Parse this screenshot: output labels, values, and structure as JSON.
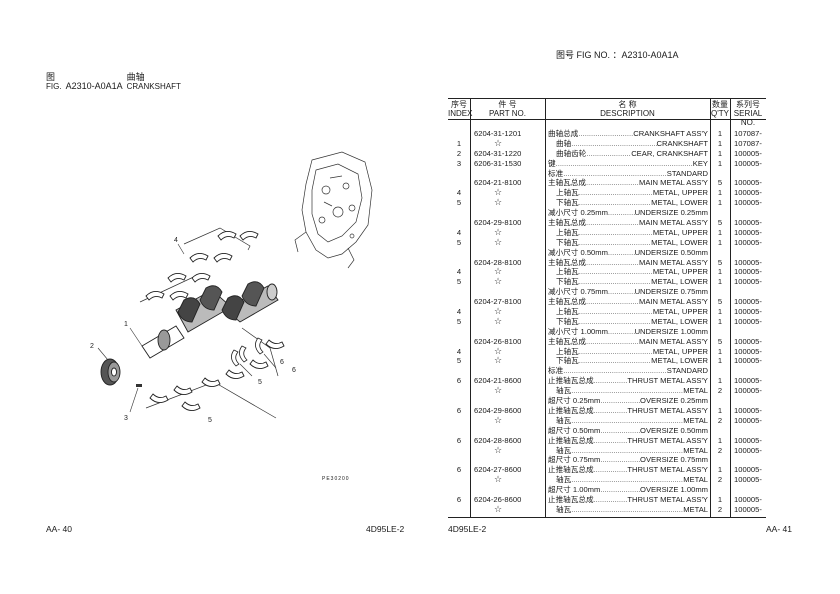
{
  "left_page": {
    "fig_zh": "图",
    "fig_en": "FIG.",
    "fig_no": "A2310-A0A1A",
    "title_zh": "曲轴",
    "title_en": "CRANKSHAFT",
    "callouts": [
      "1",
      "2",
      "3",
      "4",
      "5",
      "5",
      "6",
      "6"
    ],
    "drawing_code": "PE30200",
    "page_no": "AA- 40",
    "model": "4D95LE-2"
  },
  "right_page": {
    "fig_label": "图号  FIG NO.  ：A2310-A0A1A",
    "page_no": "AA- 41",
    "model": "4D95LE-2"
  },
  "table": {
    "headers": {
      "index_zh": "序号",
      "index_en": "INDEX",
      "part_zh": "件  号",
      "part_en": "PART NO.",
      "desc_zh": "名  称",
      "desc_en": "DESCRIPTION",
      "qty_zh": "数量",
      "qty_en": "Q'TY",
      "serial_zh": "系列号",
      "serial_en": "SERIAL NO."
    },
    "rows": [
      {
        "idx": "",
        "pn": "6204-31-1201",
        "zh": "曲轴总成",
        "en": "CRANKSHAFT ASS'Y",
        "qty": "1",
        "ser": "107087-",
        "ind": false
      },
      {
        "idx": "1",
        "pn": "☆",
        "zh": "曲轴",
        "en": "CRANKSHAFT",
        "qty": "1",
        "ser": "107087-",
        "ind": true
      },
      {
        "idx": "2",
        "pn": "6204-31-1220",
        "zh": "曲轴齿轮",
        "en": "CEAR, CRANKSHAFT",
        "qty": "1",
        "ser": "100005-",
        "ind": true
      },
      {
        "idx": "3",
        "pn": "6206-31-1530",
        "zh": "键",
        "en": "KEY",
        "qty": "1",
        "ser": "100005-",
        "ind": false
      },
      {
        "idx": "",
        "pn": "",
        "zh": "标准",
        "en": "STANDARD",
        "qty": "",
        "ser": "",
        "ind": false
      },
      {
        "idx": "",
        "pn": "6204-21-8100",
        "zh": "主轴瓦总成",
        "en": "MAIN METAL ASS'Y",
        "qty": "5",
        "ser": "100005-",
        "ind": false
      },
      {
        "idx": "4",
        "pn": "☆",
        "zh": "上轴瓦",
        "en": "METAL, UPPER",
        "qty": "1",
        "ser": "100005-",
        "ind": true
      },
      {
        "idx": "5",
        "pn": "☆",
        "zh": "下轴瓦",
        "en": "METAL, LOWER",
        "qty": "1",
        "ser": "100005-",
        "ind": true
      },
      {
        "idx": "",
        "pn": "",
        "zh": "减小尺寸 0.25mm",
        "en": "UNDERSIZE 0.25mm",
        "qty": "",
        "ser": "",
        "ind": false
      },
      {
        "idx": "",
        "pn": "6204-29-8100",
        "zh": "主轴瓦总成",
        "en": "MAIN METAL ASS'Y",
        "qty": "5",
        "ser": "100005-",
        "ind": false
      },
      {
        "idx": "4",
        "pn": "☆",
        "zh": "上轴瓦",
        "en": "METAL, UPPER",
        "qty": "1",
        "ser": "100005-",
        "ind": true
      },
      {
        "idx": "5",
        "pn": "☆",
        "zh": "下轴瓦",
        "en": "METAL, LOWER",
        "qty": "1",
        "ser": "100005-",
        "ind": true
      },
      {
        "idx": "",
        "pn": "",
        "zh": "减小尺寸 0.50mm",
        "en": "UNDERSIZE 0.50mm",
        "qty": "",
        "ser": "",
        "ind": false
      },
      {
        "idx": "",
        "pn": "6204-28-8100",
        "zh": "主轴瓦总成",
        "en": "MAIN METAL ASS'Y",
        "qty": "5",
        "ser": "100005-",
        "ind": false
      },
      {
        "idx": "4",
        "pn": "☆",
        "zh": "上轴瓦",
        "en": "METAL, UPPER",
        "qty": "1",
        "ser": "100005-",
        "ind": true
      },
      {
        "idx": "5",
        "pn": "☆",
        "zh": "下轴瓦",
        "en": "METAL, LOWER",
        "qty": "1",
        "ser": "100005-",
        "ind": true
      },
      {
        "idx": "",
        "pn": "",
        "zh": "减小尺寸 0.75mm",
        "en": "UNDERSIZE 0.75mm",
        "qty": "",
        "ser": "",
        "ind": false
      },
      {
        "idx": "",
        "pn": "6204-27-8100",
        "zh": "主轴瓦总成",
        "en": "MAIN METAL ASS'Y",
        "qty": "5",
        "ser": "100005-",
        "ind": false
      },
      {
        "idx": "4",
        "pn": "☆",
        "zh": "上轴瓦",
        "en": "METAL, UPPER",
        "qty": "1",
        "ser": "100005-",
        "ind": true
      },
      {
        "idx": "5",
        "pn": "☆",
        "zh": "下轴瓦",
        "en": "METAL, LOWER",
        "qty": "1",
        "ser": "100005-",
        "ind": true
      },
      {
        "idx": "",
        "pn": "",
        "zh": "减小尺寸 1.00mm",
        "en": "UNDERSIZE 1.00mm",
        "qty": "",
        "ser": "",
        "ind": false
      },
      {
        "idx": "",
        "pn": "6204-26-8100",
        "zh": "主轴瓦总成",
        "en": "MAIN METAL ASS'Y",
        "qty": "5",
        "ser": "100005-",
        "ind": false
      },
      {
        "idx": "4",
        "pn": "☆",
        "zh": "上轴瓦",
        "en": "METAL, UPPER",
        "qty": "1",
        "ser": "100005-",
        "ind": true
      },
      {
        "idx": "5",
        "pn": "☆",
        "zh": "下轴瓦",
        "en": "METAL, LOWER",
        "qty": "1",
        "ser": "100005-",
        "ind": true
      },
      {
        "idx": "",
        "pn": "",
        "zh": "标准",
        "en": "STANDARD",
        "qty": "",
        "ser": "",
        "ind": false
      },
      {
        "idx": "6",
        "pn": "6204-21-8600",
        "zh": "止推轴瓦总成",
        "en": "THRUST METAL ASS'Y",
        "qty": "1",
        "ser": "100005-",
        "ind": false
      },
      {
        "idx": "",
        "pn": "☆",
        "zh": "轴瓦",
        "en": "METAL",
        "qty": "2",
        "ser": "100005-",
        "ind": true
      },
      {
        "idx": "",
        "pn": "",
        "zh": "超尺寸 0.25mm",
        "en": "OVERSIZE 0.25mm",
        "qty": "",
        "ser": "",
        "ind": false
      },
      {
        "idx": "6",
        "pn": "6204-29-8600",
        "zh": "止推轴瓦总成",
        "en": "THRUST METAL ASS'Y",
        "qty": "1",
        "ser": "100005-",
        "ind": false
      },
      {
        "idx": "",
        "pn": "☆",
        "zh": "轴瓦",
        "en": "METAL",
        "qty": "2",
        "ser": "100005-",
        "ind": true
      },
      {
        "idx": "",
        "pn": "",
        "zh": "超尺寸 0.50mm",
        "en": "OVERSIZE 0.50mm",
        "qty": "",
        "ser": "",
        "ind": false
      },
      {
        "idx": "6",
        "pn": "6204-28-8600",
        "zh": "止推轴瓦总成",
        "en": "THRUST METAL ASS'Y",
        "qty": "1",
        "ser": "100005-",
        "ind": false
      },
      {
        "idx": "",
        "pn": "☆",
        "zh": "轴瓦",
        "en": "METAL",
        "qty": "2",
        "ser": "100005-",
        "ind": true
      },
      {
        "idx": "",
        "pn": "",
        "zh": "超尺寸 0.75mm",
        "en": "OVERSIZE 0.75mm",
        "qty": "",
        "ser": "",
        "ind": false
      },
      {
        "idx": "6",
        "pn": "6204-27-8600",
        "zh": "止推轴瓦总成",
        "en": "THRUST METAL ASS'Y",
        "qty": "1",
        "ser": "100005-",
        "ind": false
      },
      {
        "idx": "",
        "pn": "☆",
        "zh": "轴瓦",
        "en": "METAL",
        "qty": "2",
        "ser": "100005-",
        "ind": true
      },
      {
        "idx": "",
        "pn": "",
        "zh": "超尺寸 1.00mm",
        "en": "OVERSIZE 1.00mm",
        "qty": "",
        "ser": "",
        "ind": false
      },
      {
        "idx": "6",
        "pn": "6204-26-8600",
        "zh": "止推轴瓦总成",
        "en": "THRUST METAL ASS'Y",
        "qty": "1",
        "ser": "100005-",
        "ind": false
      },
      {
        "idx": "",
        "pn": "☆",
        "zh": "轴瓦",
        "en": "METAL",
        "qty": "2",
        "ser": "100005-",
        "ind": true
      }
    ]
  }
}
